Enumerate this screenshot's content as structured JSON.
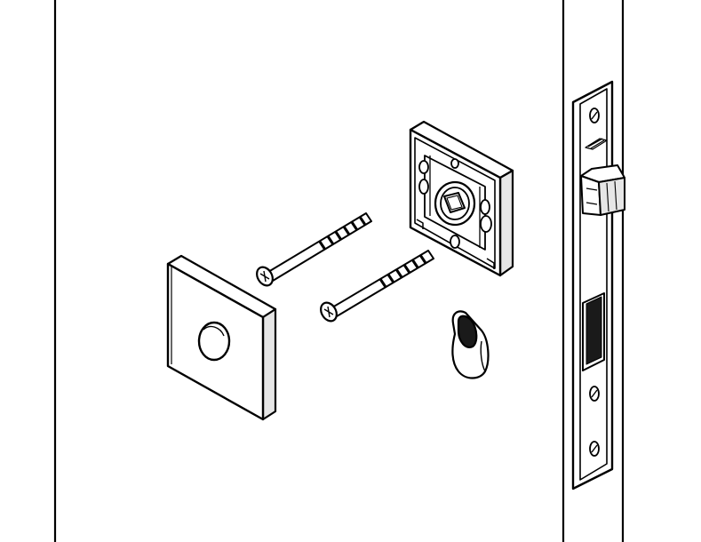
{
  "diagram": {
    "parts": [
      "door-edge-lines",
      "mortice-lock",
      "latch-bolt",
      "deadbolt-slot",
      "thumbturn-base-plate",
      "fixing-screw-upper",
      "fixing-screw-lower",
      "square-rose-cover",
      "spindle-sleeve"
    ]
  },
  "colors": {
    "stroke": "#000000",
    "fill": "#ffffff",
    "shade": "#e6e6e6",
    "dark": "#1a1a1a"
  }
}
